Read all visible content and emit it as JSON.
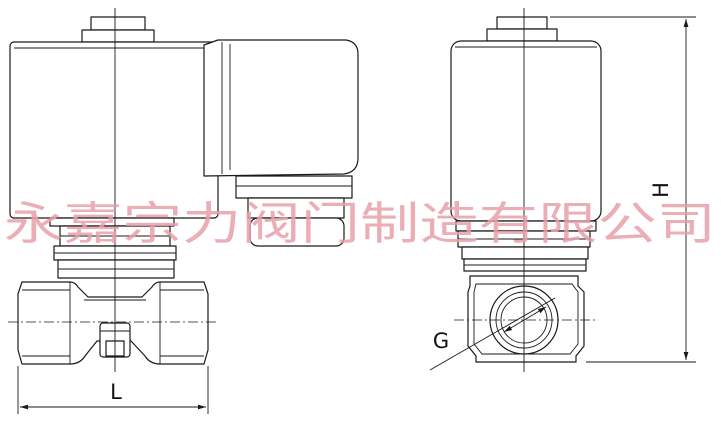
{
  "dimensions": {
    "length_label": "L",
    "height_label": "H",
    "port_label": "G"
  },
  "watermark": {
    "text": "永嘉宗力阀门制造有限公司",
    "color": "#e8a0a8"
  },
  "colors": {
    "line": "#1a1a1a",
    "background": "#ffffff"
  }
}
